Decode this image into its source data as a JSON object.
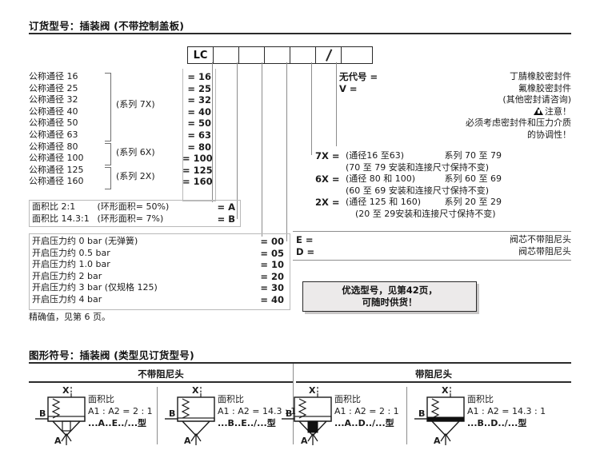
{
  "sections": {
    "ordering": {
      "title": "订货型号：插装阀 (不带控制盖板)"
    },
    "symbols": {
      "title": "图形符号：插装阀 (类型见订货型号)"
    }
  },
  "code_boxes": [
    {
      "label": "LC",
      "name": "code-box-lc"
    },
    {
      "label": "",
      "name": "code-box-size"
    },
    {
      "label": "",
      "name": "code-box-ratio"
    },
    {
      "label": "",
      "name": "code-box-pressure"
    },
    {
      "label": "",
      "name": "code-box-damping"
    },
    {
      "label": "",
      "name": "code-box-series"
    },
    {
      "label": "",
      "name": "code-box-seal"
    }
  ],
  "nominal_sizes": {
    "rows": [
      {
        "label": "公称通径 16",
        "code": "= 16"
      },
      {
        "label": "公称通径 25",
        "code": "= 25"
      },
      {
        "label": "公称通径 32",
        "code": "= 32"
      },
      {
        "label": "公称通径 40",
        "code": "= 40"
      },
      {
        "label": "公称通径 50",
        "code": "= 50"
      },
      {
        "label": "公称通径 63",
        "code": "= 63"
      },
      {
        "label": "公称通径 80",
        "code": "= 80"
      },
      {
        "label": "公称通径 100",
        "code": "= 100"
      },
      {
        "label": "公称通径 125",
        "code": "= 125"
      },
      {
        "label": "公称通径 160",
        "code": "= 160"
      }
    ],
    "series_brackets": [
      {
        "label": "(系列 7X)"
      },
      {
        "label": "(系列 6X)"
      },
      {
        "label": "(系列 2X)"
      }
    ]
  },
  "area_ratio": {
    "rows": [
      {
        "label": "面积比 2:1",
        "note": "(环形面积= 50%)",
        "code": "= A"
      },
      {
        "label": "面积比 14.3:1",
        "note": "(环形面积= 7%)",
        "code": "= B"
      }
    ]
  },
  "cracking_pressure": {
    "rows": [
      {
        "label": "开启压力约 0 bar (无弹簧)",
        "code": "= 00"
      },
      {
        "label": "开启压力约 0.5 bar",
        "code": "= 05"
      },
      {
        "label": "开启压力约 1.0 bar",
        "code": "= 10"
      },
      {
        "label": "开启压力约 2 bar",
        "code": "= 20"
      },
      {
        "label": "开启压力约 3 bar (仅规格 125)",
        "code": "= 30"
      },
      {
        "label": "开启压力约 4 bar",
        "code": "= 40"
      }
    ],
    "footnote": "精确值，见第 6 页。"
  },
  "seals": {
    "rows": [
      {
        "code": "无代号 =",
        "desc": "丁腈橡胶密封件"
      },
      {
        "code": "V =",
        "desc": "氟橡胶密封件"
      }
    ],
    "note": "(其他密封请咨询)",
    "attention_label": "注意！",
    "attention_lines": [
      "必须考虑密封件和压力介质",
      "的协调性！"
    ]
  },
  "series": {
    "rows": [
      {
        "code": "7X =",
        "range": "(通径16 至63)",
        "series": "系列 70 至 79",
        "note": "(70 至 79 安装和连接尺寸保持不变)"
      },
      {
        "code": "6X =",
        "range": "(通径 80 和 100)",
        "series": "系列 60 至 69",
        "note": "(60 至 69 安装和连接尺寸保持不变)"
      },
      {
        "code": "2X =",
        "range": "(通径 125 和 160)",
        "series": "系列 20 至 29",
        "note": "(20 至 29安装和连接尺寸保持不变)"
      }
    ]
  },
  "damping": {
    "rows": [
      {
        "code": "E =",
        "desc": "阀芯不带阻尼头"
      },
      {
        "code": "D =",
        "desc": "阀芯带阻尼头"
      }
    ]
  },
  "preferred_banner": {
    "line1": "优选型号，见第42页，",
    "line2": "可随时供货！"
  },
  "symbol_panel": {
    "groups": [
      {
        "title": "不带阻尼头"
      },
      {
        "title": "带阻尼头"
      }
    ],
    "items": [
      {
        "ratio_title": "面积比",
        "ratio": "A1 : A2 = 2 : 1",
        "model": "...A..E../...型",
        "ports": {
          "x": "X",
          "b": "B",
          "a": "A"
        },
        "damped": false,
        "wide_seat": true
      },
      {
        "ratio_title": "面积比",
        "ratio": "A1 : A2 = 14.3 : 1",
        "model": "...B..E../...型",
        "ports": {
          "x": "X",
          "b": "B",
          "a": "A"
        },
        "damped": false,
        "wide_seat": false
      },
      {
        "ratio_title": "面积比",
        "ratio": "A1 : A2 = 2 : 1",
        "model": "...A..D../...型",
        "ports": {
          "x": "X",
          "b": "B",
          "a": "A"
        },
        "damped": true,
        "wide_seat": true
      },
      {
        "ratio_title": "面积比",
        "ratio": "A1 : A2 = 14.3 : 1",
        "model": "...B..D../...型",
        "ports": {
          "x": "X",
          "b": "B",
          "a": "A"
        },
        "damped": true,
        "wide_seat": false
      }
    ]
  },
  "colors": {
    "ink": "#1b1b1b",
    "rule": "#2b2b2b",
    "guide": "#8d8d8d",
    "banner_bg": "#eceaea"
  }
}
